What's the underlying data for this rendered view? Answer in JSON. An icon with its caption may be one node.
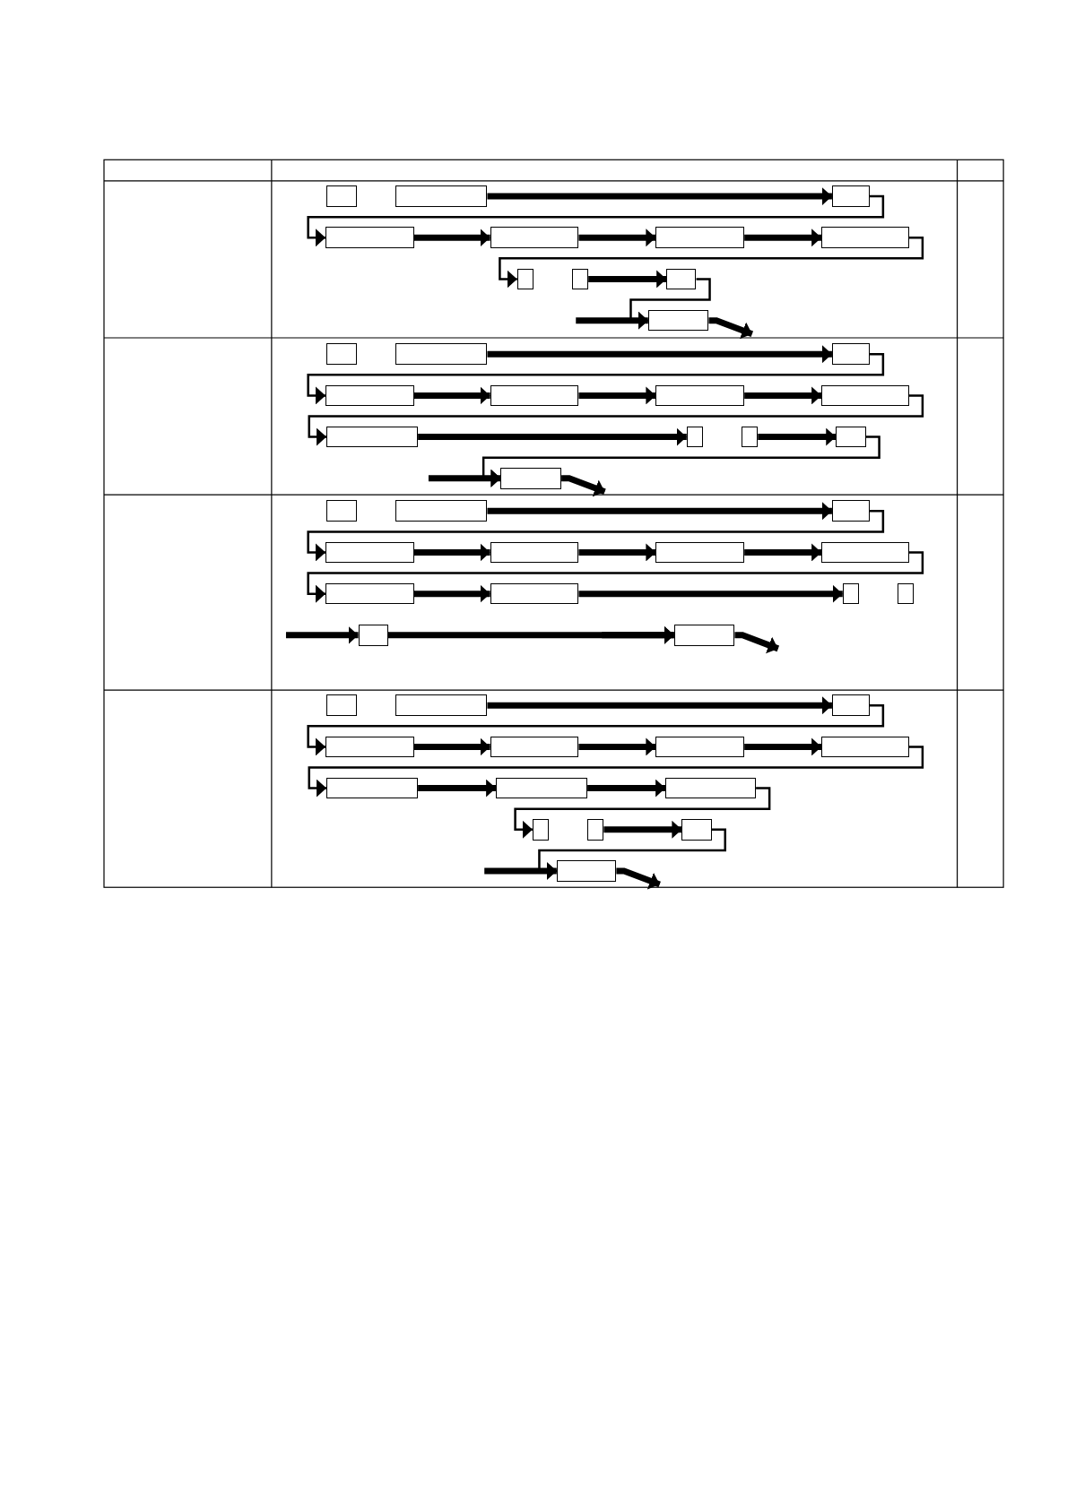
{
  "diagram": {
    "nodes": [
      {
        "text": [],
        "shape": "box"
      },
      {
        "text": [],
        "shape": "box"
      },
      {
        "text": [],
        "shape": "box"
      },
      {
        "text": [],
        "shape": "box"
      },
      {
        "text": [],
        "shape": "box"
      },
      {
        "text": [],
        "shape": "box"
      },
      {
        "text": [],
        "shape": "box"
      },
      {
        "text": [],
        "shape": "box"
      },
      {
        "text": [],
        "shape": "box"
      },
      {
        "text": [],
        "shape": "box"
      },
      {
        "text": [],
        "shape": "box"
      },
      {
        "text": [],
        "shape": "box"
      },
      {
        "text": [],
        "shape": "box"
      },
      {
        "text": [],
        "shape": "box"
      },
      {
        "text": [],
        "shape": "box"
      },
      {
        "text": [],
        "shape": "box"
      },
      {
        "text": [],
        "shape": "box"
      },
      {
        "text": [],
        "shape": "box"
      },
      {
        "text": [],
        "shape": "box"
      },
      {
        "text": [],
        "shape": "box"
      },
      {
        "text": [],
        "shape": "box"
      },
      {
        "text": [],
        "shape": "box"
      },
      {
        "text": [],
        "shape": "box"
      },
      {
        "text": [],
        "shape": "box"
      },
      {
        "text": [],
        "shape": "box"
      },
      {
        "text": [],
        "shape": "box"
      },
      {
        "text": [],
        "shape": "box"
      },
      {
        "text": [],
        "shape": "box"
      },
      {
        "text": [],
        "shape": "box"
      },
      {
        "text": [],
        "shape": "box"
      },
      {
        "text": [],
        "shape": "box"
      },
      {
        "text": [],
        "shape": "box"
      },
      {
        "text": [],
        "shape": "box"
      },
      {
        "text": [],
        "shape": "box"
      },
      {
        "text": [],
        "shape": "box"
      },
      {
        "text": [],
        "shape": "box"
      },
      {
        "text": [],
        "shape": "box"
      },
      {
        "text": [],
        "shape": "box"
      },
      {
        "text": [],
        "shape": "box"
      },
      {
        "text": [],
        "shape": "box"
      },
      {
        "text": [],
        "shape": "box"
      },
      {
        "text": [],
        "shape": "box"
      },
      {
        "text": [],
        "shape": "box"
      },
      {
        "text": [],
        "shape": "box"
      },
      {
        "text": [],
        "shape": "box"
      },
      {
        "text": [],
        "shape": "box"
      },
      {
        "text": [],
        "shape": "box"
      },
      {
        "text": [],
        "shape": "box"
      },
      {
        "text": [],
        "shape": "box"
      },
      {
        "text": [],
        "shape": "box"
      }
    ],
    "edges": [
      {
        "from": 1,
        "to": 2,
        "arrow": "to"
      },
      {
        "from": 2,
        "to": 3,
        "arrow": "to"
      },
      {
        "from": 3,
        "to": 4,
        "arrow": "to"
      },
      {
        "from": 4,
        "to": 5,
        "arrow": "to"
      },
      {
        "from": 5,
        "to": 6,
        "arrow": "to"
      },
      {
        "from": 6,
        "to": 7,
        "arrow": "to"
      },
      {
        "from": 8,
        "to": 9,
        "arrow": "to"
      },
      {
        "from": 9,
        "to": 10,
        "arrow": "to"
      },
      {
        "from": null,
        "to": 10,
        "arrow": "to"
      },
      {
        "from": 10,
        "to": null,
        "arrow": "to"
      },
      {
        "from": 12,
        "to": 13,
        "arrow": "to"
      },
      {
        "from": 13,
        "to": 14,
        "arrow": "to"
      },
      {
        "from": 14,
        "to": 15,
        "arrow": "to"
      },
      {
        "from": 15,
        "to": 16,
        "arrow": "to"
      },
      {
        "from": 16,
        "to": 17,
        "arrow": "to"
      },
      {
        "from": 17,
        "to": 18,
        "arrow": "to"
      },
      {
        "from": 18,
        "to": 19,
        "arrow": "to"
      },
      {
        "from": 20,
        "to": 21,
        "arrow": "to"
      },
      {
        "from": 21,
        "to": 22,
        "arrow": "to"
      },
      {
        "from": null,
        "to": 22,
        "arrow": "to"
      },
      {
        "from": 22,
        "to": null,
        "arrow": "to"
      },
      {
        "from": 24,
        "to": 25,
        "arrow": "to"
      },
      {
        "from": 25,
        "to": 26,
        "arrow": "to"
      },
      {
        "from": 26,
        "to": 27,
        "arrow": "to"
      },
      {
        "from": 27,
        "to": 28,
        "arrow": "to"
      },
      {
        "from": 28,
        "to": 29,
        "arrow": "to"
      },
      {
        "from": 29,
        "to": 30,
        "arrow": "to"
      },
      {
        "from": 30,
        "to": 31,
        "arrow": "to"
      },
      {
        "from": 31,
        "to": 32,
        "arrow": "to"
      },
      {
        "from": null,
        "to": 34,
        "arrow": "to"
      },
      {
        "from": 34,
        "to": 35,
        "arrow": "to"
      },
      {
        "from": null,
        "to": 35,
        "arrow": "to"
      },
      {
        "from": 35,
        "to": null,
        "arrow": "to"
      },
      {
        "from": 37,
        "to": 38,
        "arrow": "to"
      },
      {
        "from": 38,
        "to": 39,
        "arrow": "to"
      },
      {
        "from": 39,
        "to": 40,
        "arrow": "to"
      },
      {
        "from": 40,
        "to": 41,
        "arrow": "to"
      },
      {
        "from": 41,
        "to": 42,
        "arrow": "to"
      },
      {
        "from": 42,
        "to": 43,
        "arrow": "to"
      },
      {
        "from": 43,
        "to": 44,
        "arrow": "to"
      },
      {
        "from": 44,
        "to": 45,
        "arrow": "to"
      },
      {
        "from": 45,
        "to": 46,
        "arrow": "to"
      },
      {
        "from": 47,
        "to": 48,
        "arrow": "to"
      },
      {
        "from": 48,
        "to": 49,
        "arrow": "to"
      },
      {
        "from": null,
        "to": 49,
        "arrow": "to"
      },
      {
        "from": 49,
        "to": null,
        "arrow": "to"
      }
    ]
  }
}
